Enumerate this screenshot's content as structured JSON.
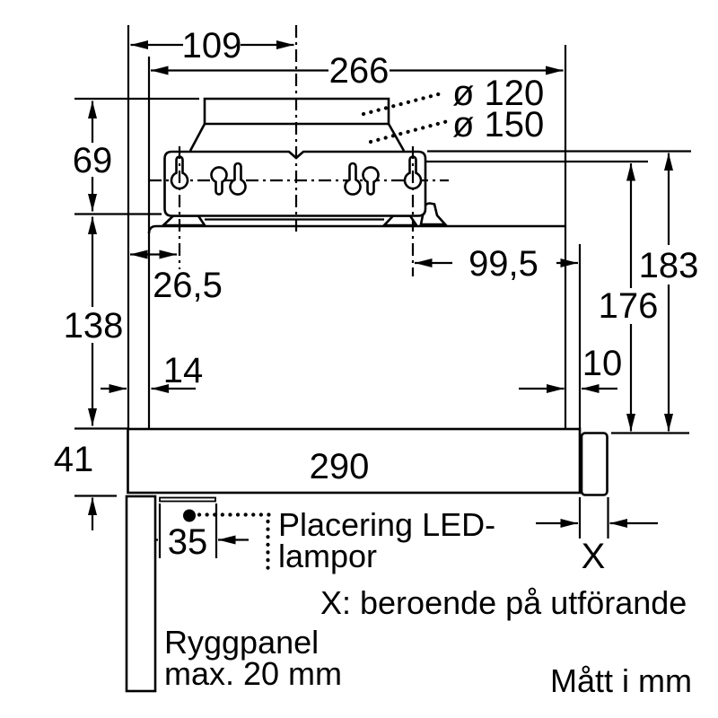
{
  "colors": {
    "ink": "#000000",
    "paper": "#ffffff"
  },
  "units_note": "Mått i mm",
  "dimensions": {
    "top_depth": "109",
    "body_depth": "266",
    "duct_diameter_small": "ø 120",
    "duct_diameter_large": "ø 150",
    "bracket_height": "69",
    "rear_keyhole_offset": "26,5",
    "front_keyhole_offset": "99,5",
    "total_height": "183",
    "hanging_height": "176",
    "body_height": "138",
    "rear_clearance": "14",
    "front_clearance": "10",
    "carriage_height": "41",
    "carriage_depth": "290",
    "led_inset": "35",
    "front_panel_depth": "X"
  },
  "annotations": {
    "led_note_line1": "Placering LED-",
    "led_note_line2": "lampor",
    "x_note": "X: beroende på utförande",
    "back_panel_note_line1": "Ryggpanel",
    "back_panel_note_line2": "max. 20 mm"
  }
}
